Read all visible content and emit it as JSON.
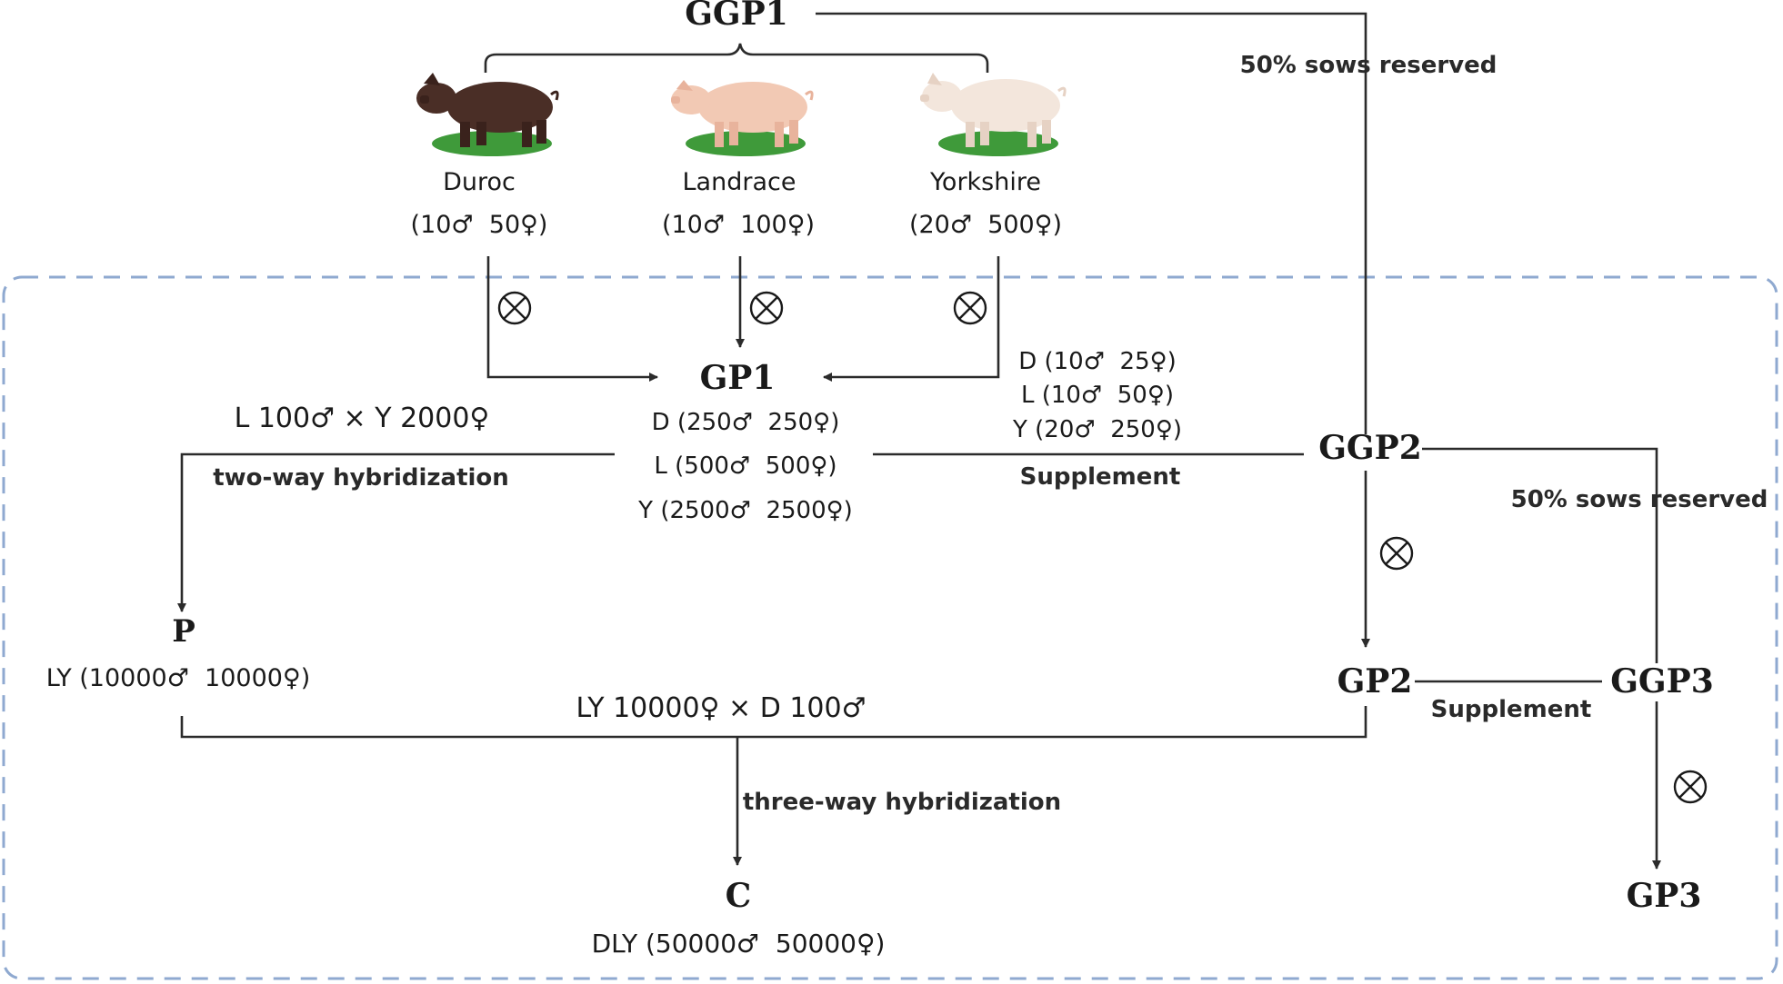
{
  "nodes": {
    "ggp1": "GGP1",
    "gp1": "GP1",
    "ggp2": "GGP2",
    "gp2": "GP2",
    "ggp3": "GGP3",
    "gp3": "GP3",
    "p": "P",
    "c": "C"
  },
  "breeds": [
    {
      "name": "Duroc",
      "count": "(10♂  50♀)",
      "color": "#4a2e26"
    },
    {
      "name": "Landrace",
      "count": "(10♂  100♀)",
      "color": "#f2c9b4"
    },
    {
      "name": "Yorkshire",
      "count": "(20♂  500♀)",
      "color": "#f3e6dc"
    }
  ],
  "gp1_lines": [
    "D (250♂  250♀)",
    "L (500♂  500♀)",
    "Y (2500♂  2500♀)"
  ],
  "supplement1_lines": [
    "D (10♂  25♀)",
    "L (10♂  50♀)",
    "Y (20♂  250♀)"
  ],
  "labels": {
    "sows_reserved_1": "50% sows reserved",
    "sows_reserved_2": "50% sows reserved",
    "supplement_1": "Supplement",
    "supplement_2": "Supplement",
    "cross_ly": "L 100♂ × Y 2000♀",
    "two_way": "two-way hybridization",
    "p_count": "LY (10000♂  10000♀)",
    "cross_dly": "LY 10000♀ × D 100♂",
    "three_way": "three-way hybridization",
    "c_count": "DLY (50000♂  50000♀)"
  },
  "colors": {
    "dashed_border": "#8fa9d0",
    "grass": "#3f9a3a"
  }
}
